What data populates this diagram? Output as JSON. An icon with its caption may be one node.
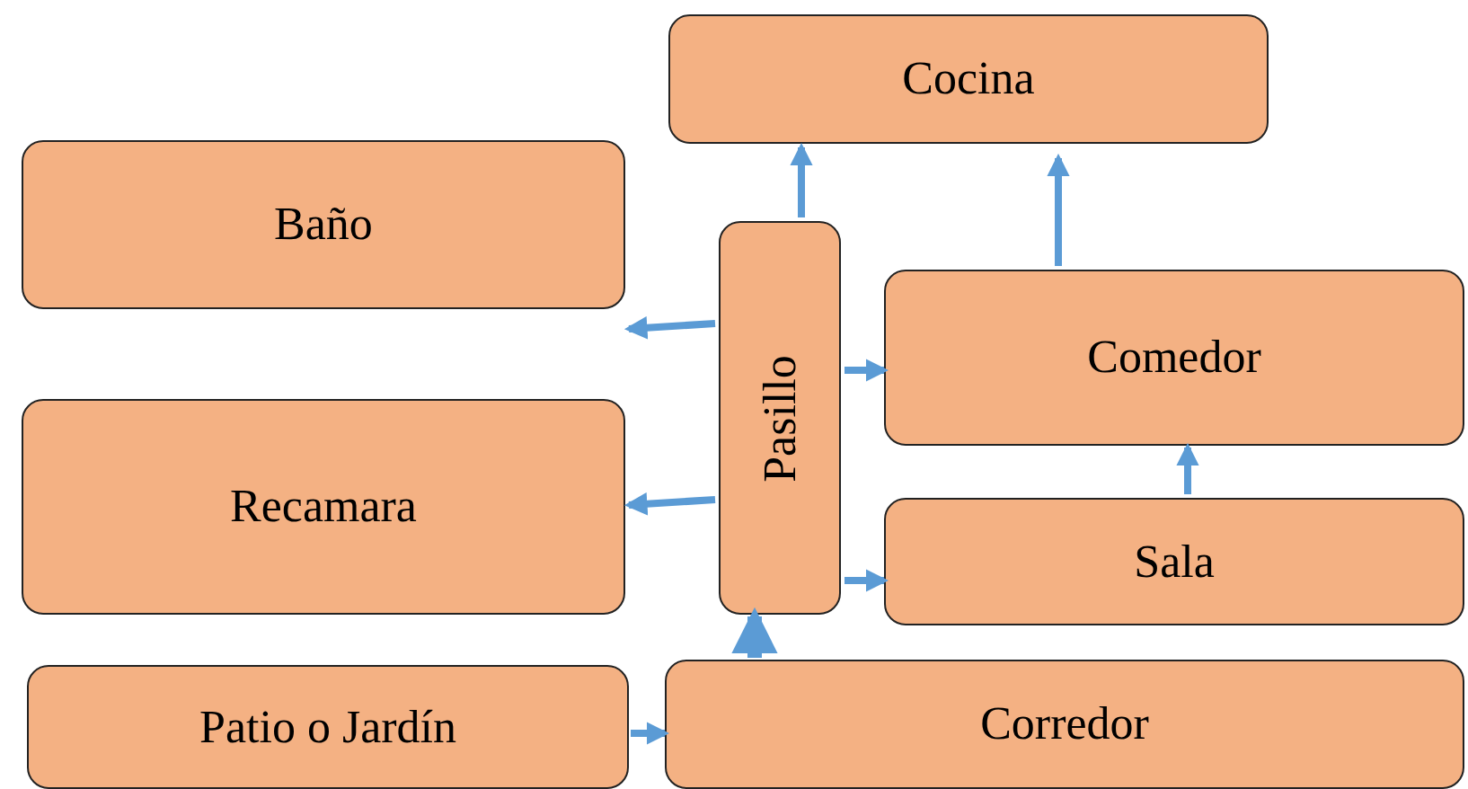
{
  "diagram": {
    "nodes": [
      {
        "text": [
          "Cocina"
        ]
      },
      {
        "text": [
          "Baño"
        ]
      },
      {
        "text": [
          "Pasillo"
        ]
      },
      {
        "text": [
          "Comedor"
        ]
      },
      {
        "text": [
          "Recamara"
        ]
      },
      {
        "text": [
          "Sala"
        ]
      },
      {
        "text": [
          "Patio o Jardín"
        ]
      },
      {
        "text": [
          "Corredor"
        ]
      }
    ],
    "edges": [
      {
        "from": 2,
        "to": 0,
        "arrow": "to"
      },
      {
        "from": 3,
        "to": 0,
        "arrow": "to"
      },
      {
        "from": 2,
        "to": 1,
        "arrow": "to"
      },
      {
        "from": 2,
        "to": 4,
        "arrow": "to"
      },
      {
        "from": 2,
        "to": 3,
        "arrow": "to"
      },
      {
        "from": 2,
        "to": 5,
        "arrow": "to"
      },
      {
        "from": 5,
        "to": 3,
        "arrow": "to"
      },
      {
        "from": 7,
        "to": 2,
        "arrow": "to",
        "style": "thick"
      },
      {
        "from": 6,
        "to": 7,
        "arrow": "to"
      }
    ]
  }
}
